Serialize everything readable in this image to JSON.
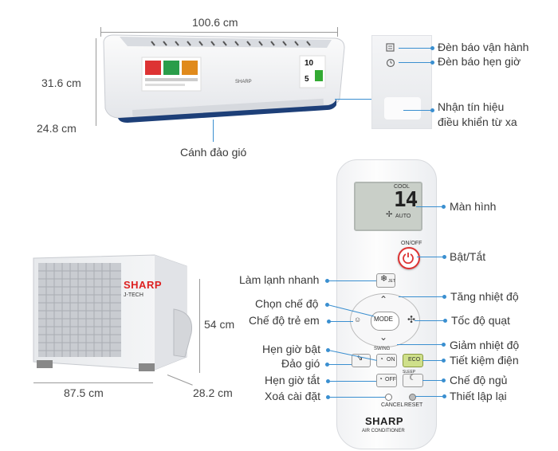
{
  "indoor": {
    "width": "100.6 cm",
    "height": "31.6 cm",
    "depth": "24.8 cm",
    "brand": "SHARP",
    "labels": {
      "run_light": "Đèn báo vận hành",
      "timer_light": "Đèn báo hẹn giờ",
      "receiver": "Nhận tín hiệu\nđiều khiển từ xa",
      "flap": "Cánh đảo gió"
    }
  },
  "outdoor": {
    "width": "87.5 cm",
    "height": "54 cm",
    "depth": "28.2 cm",
    "brand": "SHARP",
    "sub_brand": "J-TECH"
  },
  "remote": {
    "display_mode": "COOL",
    "display_temp": "14",
    "display_auto": "AUTO",
    "onoff_label": "ON/OFF",
    "jet_label": "JET",
    "mode_label": "MODE",
    "swing_label": "SWING",
    "on_label": "ON",
    "off_label": "OFF",
    "eco_label": "ECO",
    "sleep_label": "SLEEP",
    "cancel_label": "CANCEL",
    "reset_label": "RESET",
    "brand": "SHARP",
    "sub_brand": "AIR CONDITIONER",
    "labels": {
      "screen": "Màn hình",
      "power": "Bật/Tắt",
      "fast_cool": "Làm lạnh nhanh",
      "temp_up": "Tăng nhiệt độ",
      "mode_select": "Chọn chế độ",
      "kids_mode": "Chế độ trẻ em",
      "fan_speed": "Tốc độ quạt",
      "timer_on": "Hẹn giờ bật",
      "temp_down": "Giảm nhiệt độ",
      "swing": "Đảo gió",
      "energy_save": "Tiết kiệm điện",
      "timer_off": "Hẹn giờ tắt",
      "sleep_mode": "Chế độ ngủ",
      "clear_settings": "Xoá cài đặt",
      "reset": "Thiết lập lại"
    }
  }
}
